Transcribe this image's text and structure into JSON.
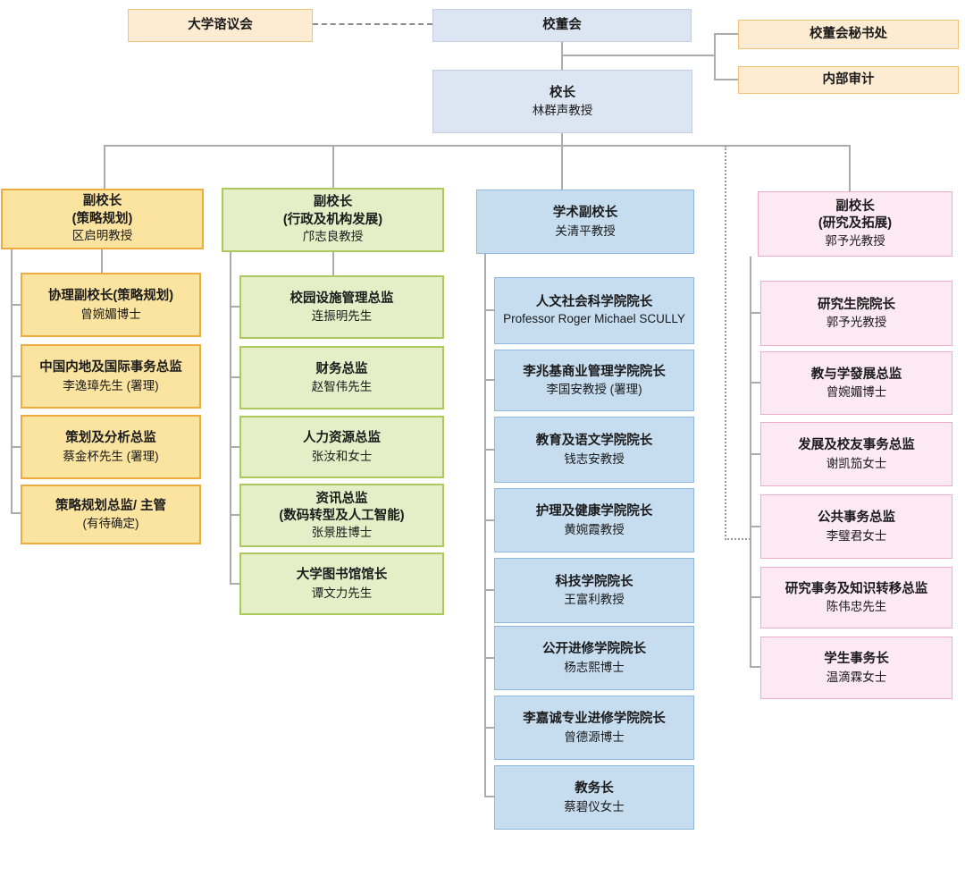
{
  "top": {
    "council": "大学谘议会",
    "board": "校董会",
    "secretariat": "校董会秘书处",
    "audit": "内部审计",
    "president_title": "校长",
    "president_name": "林群声教授"
  },
  "columns": [
    {
      "header": {
        "title": "副校长",
        "subtitle": "(策略规划)",
        "name": "区启明教授"
      },
      "items": [
        {
          "title": "协理副校长(策略规划)",
          "name": "曾婉媚博士"
        },
        {
          "title": "中国内地及国际事务总监",
          "name": "李逸璋先生 (署理)"
        },
        {
          "title": "策划及分析总监",
          "name": "蔡金杯先生 (署理)"
        },
        {
          "title": "策略规划总监/ 主管",
          "name": "(有待确定)"
        }
      ]
    },
    {
      "header": {
        "title": "副校长",
        "subtitle": "(行政及机构发展)",
        "name": "邝志良教授"
      },
      "items": [
        {
          "title": "校园设施管理总监",
          "name": "连振明先生"
        },
        {
          "title": "财务总监",
          "name": "赵智伟先生"
        },
        {
          "title": "人力资源总监",
          "name": "张汝和女士"
        },
        {
          "title": "资讯总监",
          "subtitle": "(数码转型及人工智能)",
          "name": "张景胜博士"
        },
        {
          "title": "大学图书馆馆长",
          "name": "谭文力先生"
        }
      ]
    },
    {
      "header": {
        "title": "学术副校长",
        "name": "关清平教授"
      },
      "items": [
        {
          "title": "人文社会科学院院长",
          "name": "Professor Roger Michael SCULLY"
        },
        {
          "title": "李兆基商业管理学院院长",
          "name": "李国安教授 (署理)"
        },
        {
          "title": "教育及语文学院院长",
          "name": "钱志安教授"
        },
        {
          "title": "护理及健康学院院长",
          "name": "黄婉霞教授"
        },
        {
          "title": "科技学院院长",
          "name": "王富利教授"
        },
        {
          "title": "公开进修学院院长",
          "name": "杨志熙博士"
        },
        {
          "title": "李嘉诚专业进修学院院长",
          "name": "曾德源博士"
        },
        {
          "title": "教务长",
          "name": "蔡碧仪女士"
        }
      ]
    },
    {
      "header": {
        "title": "副校长",
        "subtitle": "(研究及拓展)",
        "name": "郭予光教授"
      },
      "items": [
        {
          "title": "研究生院院长",
          "name": "郭予光教授"
        },
        {
          "title": "教与学發展总监",
          "name": "曾婉媚博士"
        },
        {
          "title": "发展及校友事务总监",
          "name": "谢凯笳女士"
        },
        {
          "title": "公共事务总监",
          "name": "李璧君女士"
        },
        {
          "title": "研究事务及知识转移总监",
          "name": "陈伟忠先生"
        },
        {
          "title": "学生事务长",
          "name": "温滴霖女士"
        }
      ]
    }
  ],
  "colors": {
    "light_orange_fill": "#FDEBD2",
    "light_orange_border": "#F3C377",
    "light_blue_fill": "#DCE5F2",
    "gold_fill": "#FBE3A0",
    "gold_border": "#EDAD3E",
    "green_fill": "#E4EFC7",
    "green_border": "#ACC95D",
    "blue_fill": "#C6DDF0",
    "blue_border": "#8FB8DC",
    "pink_fill": "#FCE9F1",
    "pink_border": "#F2ABC6",
    "line": "#ACACAC"
  }
}
